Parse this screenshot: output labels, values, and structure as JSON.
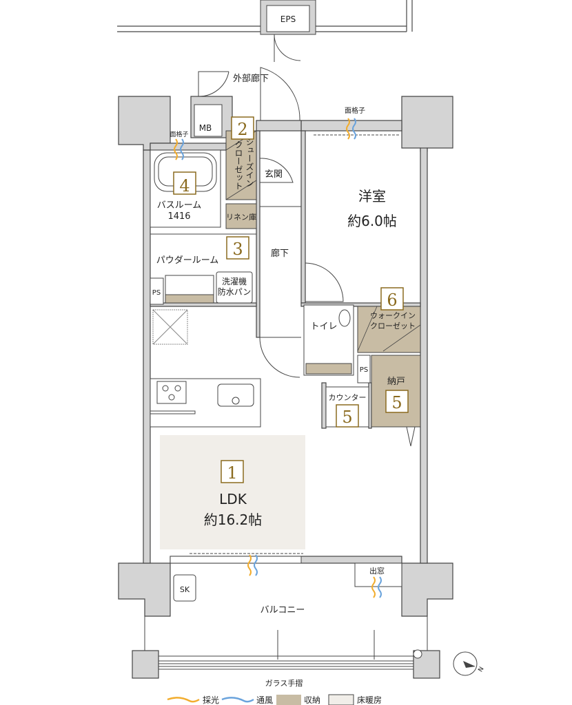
{
  "labels": {
    "eps": "EPS",
    "outer_corridor": "外部廊下",
    "mb": "MB",
    "lattice_left": "面格子",
    "lattice_right": "面格子",
    "shoes_closet": "シューズイン\nクローゼット",
    "shoes_closet_line1": "シューズイン",
    "shoes_closet_line2": "クローゼット",
    "entrance": "玄関",
    "bathroom": "バスルーム",
    "bathroom_size": "1416",
    "linen": "リネン庫",
    "powder_room": "パウダールーム",
    "washer_line1": "洗濯機",
    "washer_line2": "防水パン",
    "ps_left": "PS",
    "ps_right": "PS",
    "hallway": "廊下",
    "western_room": "洋室",
    "western_room_size": "約6.0帖",
    "toilet": "トイレ",
    "wic_line1": "ウォークイン",
    "wic_line2": "クローゼット",
    "storage_room": "納戸",
    "counter": "カウンター",
    "ldk": "LDK",
    "ldk_size": "約16.2帖",
    "bay_window": "出窓",
    "sk": "SK",
    "balcony": "バルコニー",
    "glass_railing": "ガラス手摺"
  },
  "markers": {
    "ldk": "1",
    "shoes_closet": "2",
    "linen": "3",
    "bathroom": "4",
    "counter": "5",
    "storage_room": "5",
    "wic": "6"
  },
  "legend": [
    {
      "label": "採光",
      "color": "#f2ad2e",
      "kind": "wave"
    },
    {
      "label": "通風",
      "color": "#6aa3dc",
      "kind": "wave"
    },
    {
      "label": "収納",
      "color": "#c8bca4",
      "kind": "box"
    },
    {
      "label": "床暖房",
      "color": "#f1eee9",
      "kind": "box"
    }
  ],
  "colors": {
    "wall": "#d4d4d4",
    "storage": "#c8bca4",
    "floor_heating": "#f1eee9",
    "marker": "#8a6a1e"
  },
  "compass": "N"
}
